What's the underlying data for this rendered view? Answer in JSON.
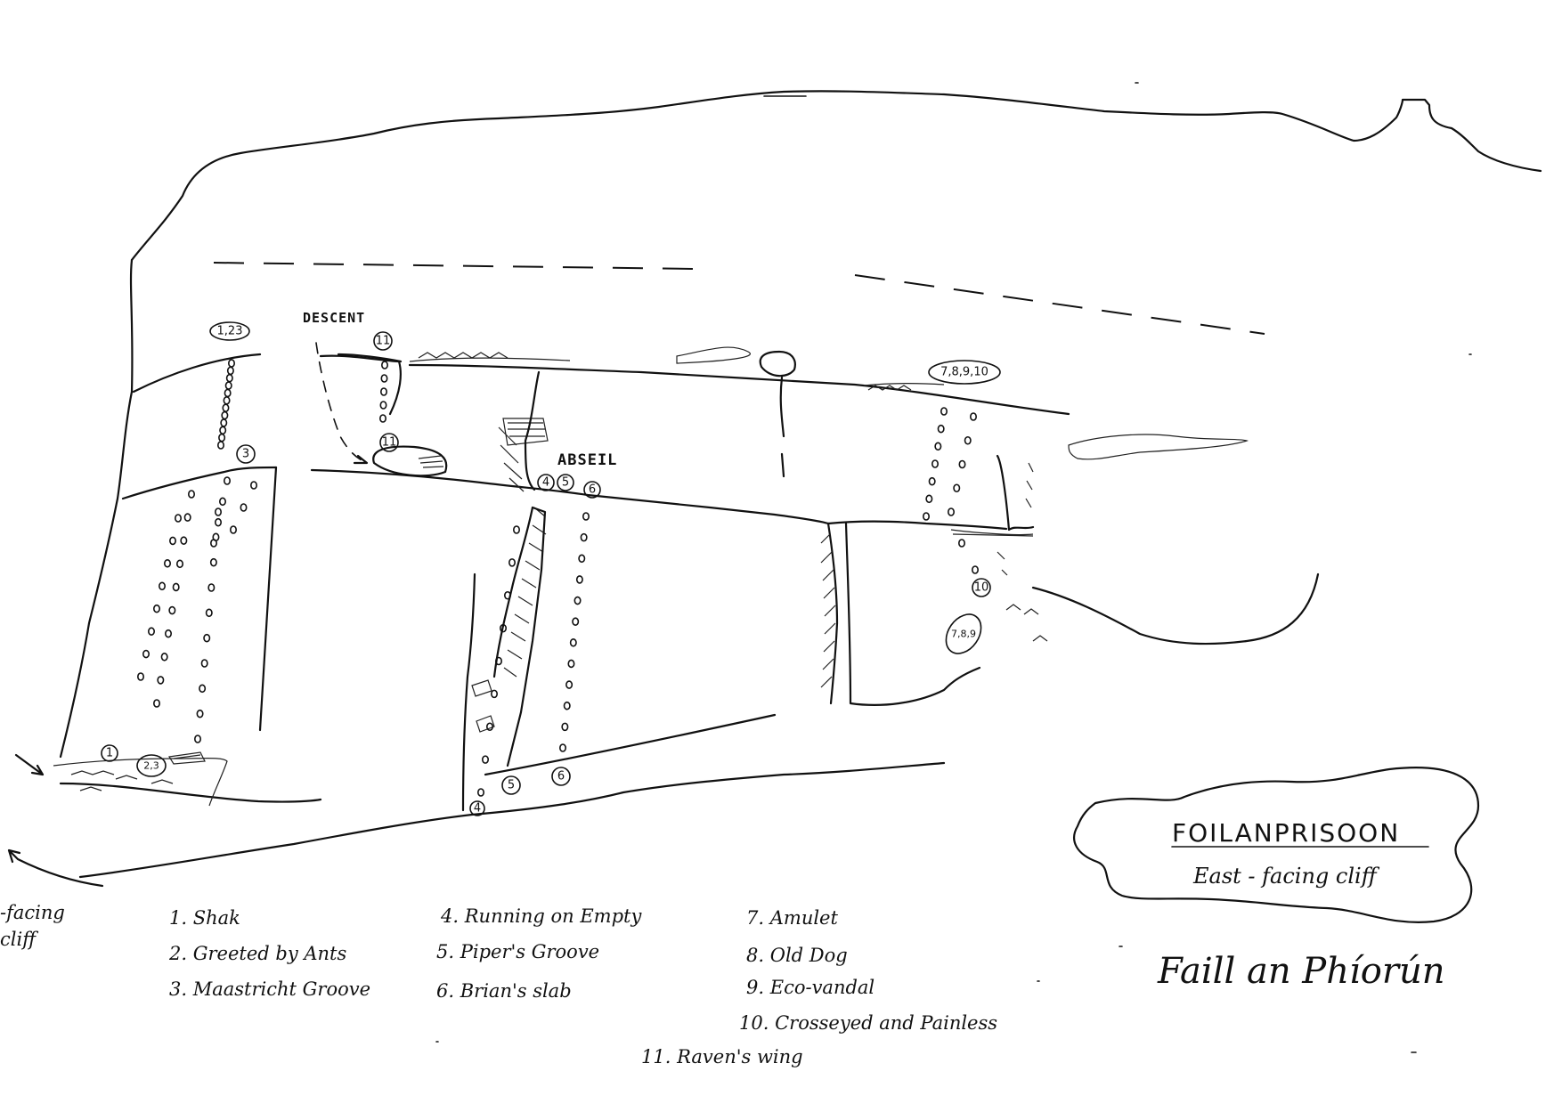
{
  "labels": {
    "descent": "DESCENT",
    "abseil": "ABSEIL",
    "side_cliff_line1": "-facing",
    "side_cliff_line2": "cliff"
  },
  "markers": {
    "m123_top": "1,23",
    "m3": "3",
    "m11_top": "11",
    "m11_mid": "11",
    "m4_mid": "4",
    "m5_mid": "5",
    "m6_mid": "6",
    "m78910": "7,8,9,10",
    "m10": "10",
    "m789": "7,8,9",
    "m1": "1",
    "m23": "2,3",
    "m4_bot": "4",
    "m5_bot": "5",
    "m6_bot": "6"
  },
  "routes": [
    {
      "number": "1.",
      "name": "Shak"
    },
    {
      "number": "2.",
      "name": "Greeted by Ants"
    },
    {
      "number": "3.",
      "name": "Maastricht Groove"
    },
    {
      "number": "4.",
      "name": "Running on Empty"
    },
    {
      "number": "5.",
      "name": "Piper's Groove"
    },
    {
      "number": "6.",
      "name": "Brian's slab"
    },
    {
      "number": "7.",
      "name": "Amulet"
    },
    {
      "number": "8.",
      "name": "Old Dog"
    },
    {
      "number": "9.",
      "name": "Eco-vandal"
    },
    {
      "number": "10.",
      "name": "Crosseyed and Painless"
    },
    {
      "number": "11.",
      "name": "Raven's wing"
    }
  ],
  "title": {
    "crag": "FOILANPRISOON",
    "subtitle": "East - facing cliff",
    "irish_name": "Faill an Phíorún"
  }
}
